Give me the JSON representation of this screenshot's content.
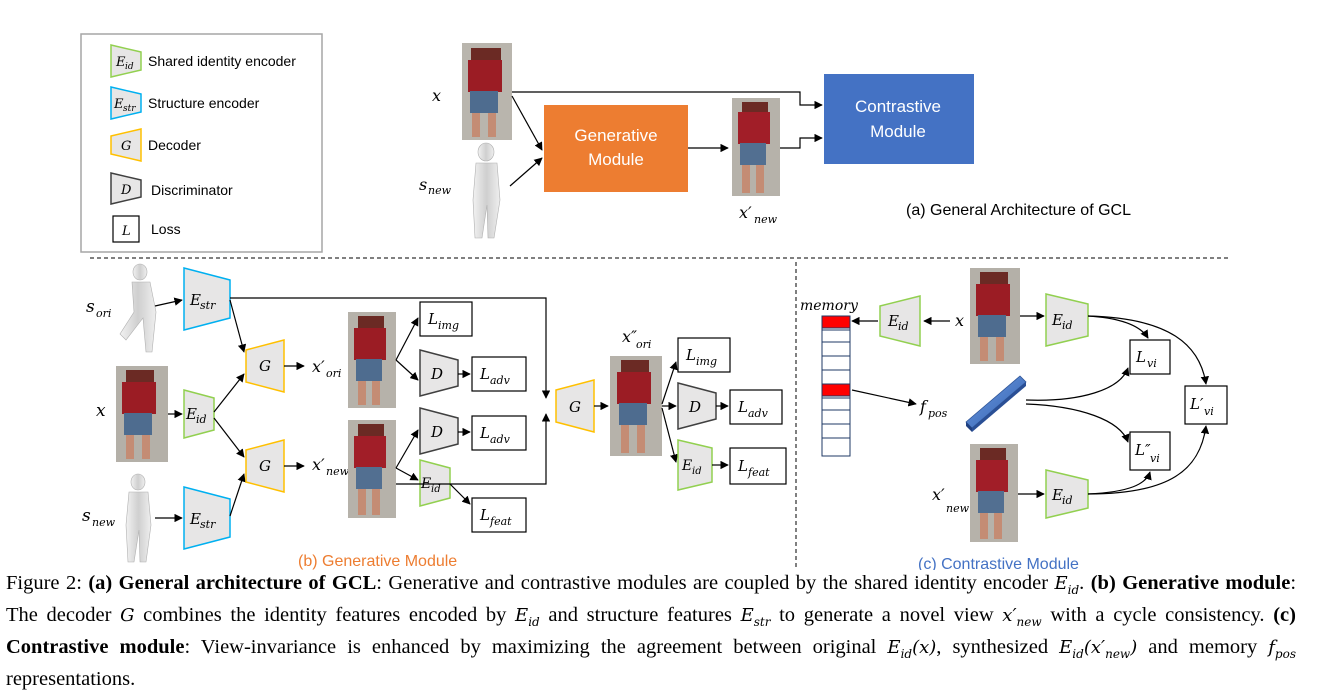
{
  "legend": {
    "shared_identity_encoder": "Shared identity encoder",
    "structure_encoder": "Structure encoder",
    "decoder": "Decoder",
    "discriminator": "Discriminator",
    "loss": "Loss",
    "e_id_symbol": "E",
    "e_id_sub": "id",
    "e_str_symbol": "E",
    "e_str_sub": "str",
    "g_symbol": "G",
    "d_symbol": "D",
    "l_symbol": "L"
  },
  "panel_a": {
    "x_label": "x",
    "s_new": "s",
    "s_new_sub": "new",
    "generative_module": [
      "Generative",
      "Module"
    ],
    "contrastive_module": [
      "Contrastive",
      "Module"
    ],
    "x_new_prime": "x′",
    "x_new_prime_sub": "new",
    "caption": "(a) General Architecture of GCL"
  },
  "panel_b": {
    "s_ori": "s",
    "s_ori_sub": "ori",
    "x_label": "x",
    "s_new": "s",
    "s_new_sub": "new",
    "e": "E",
    "str_sub": "str",
    "id_sub": "id",
    "g": "G",
    "d": "D",
    "x_ori_prime": "x′",
    "x_ori_prime_sub": "ori",
    "x_new_prime": "x′",
    "x_new_prime_sub": "new",
    "x_ori_dprime": "x″",
    "x_ori_dprime_sub": "ori",
    "l": "L",
    "img_sub": "img",
    "adv_sub": "adv",
    "feat_sub": "feat",
    "caption": "(b) Generative Module"
  },
  "panel_c": {
    "memory": "memory",
    "e": "E",
    "id_sub": "id",
    "x_label": "x",
    "f_pos": "f",
    "f_pos_sub": "pos",
    "l": "L",
    "vi_sub": "vi",
    "l_prime": "L′",
    "l_dprime": "L″",
    "x_new_prime": "x′",
    "x_new_prime_sub": "new",
    "caption": "(c) Contrastive Module"
  },
  "colors": {
    "generative_module": "#ed7d31",
    "contrastive_module": "#4472c4",
    "encoder_id_border": "#92d050",
    "encoder_str_border": "#00b0f0",
    "decoder_border": "#ffc000",
    "memory_highlight": "#ff0000",
    "caption_b": "#ed7d31",
    "caption_c": "#4472c4"
  },
  "caption": {
    "figure": "Figure 2:",
    "a_title": "(a) General architecture of GCL",
    "a_text": ": Generative and contrastive modules are coupled by the shared identity encoder ",
    "e_id": "E",
    "id": "id",
    "b_title": "(b) Generative module",
    "b_text1": ": The decoder ",
    "g": "G",
    "b_text2": " combines the identity features encoded by ",
    "b_text3": " and structure features ",
    "str": "str",
    "b_text4": " to generate a novel view ",
    "x_new": "x′",
    "new": "new",
    "b_text5": " with a cycle consistency. ",
    "c_title": "(c) Contrastive module",
    "c_text1": ": View-invariance is enhanced by maximizing the agreement between original ",
    "c_x": "(x)",
    "c_text2": ", synthesized ",
    "c_text3": " and memory ",
    "f": "f",
    "pos": "pos",
    "c_text4": " representations."
  }
}
